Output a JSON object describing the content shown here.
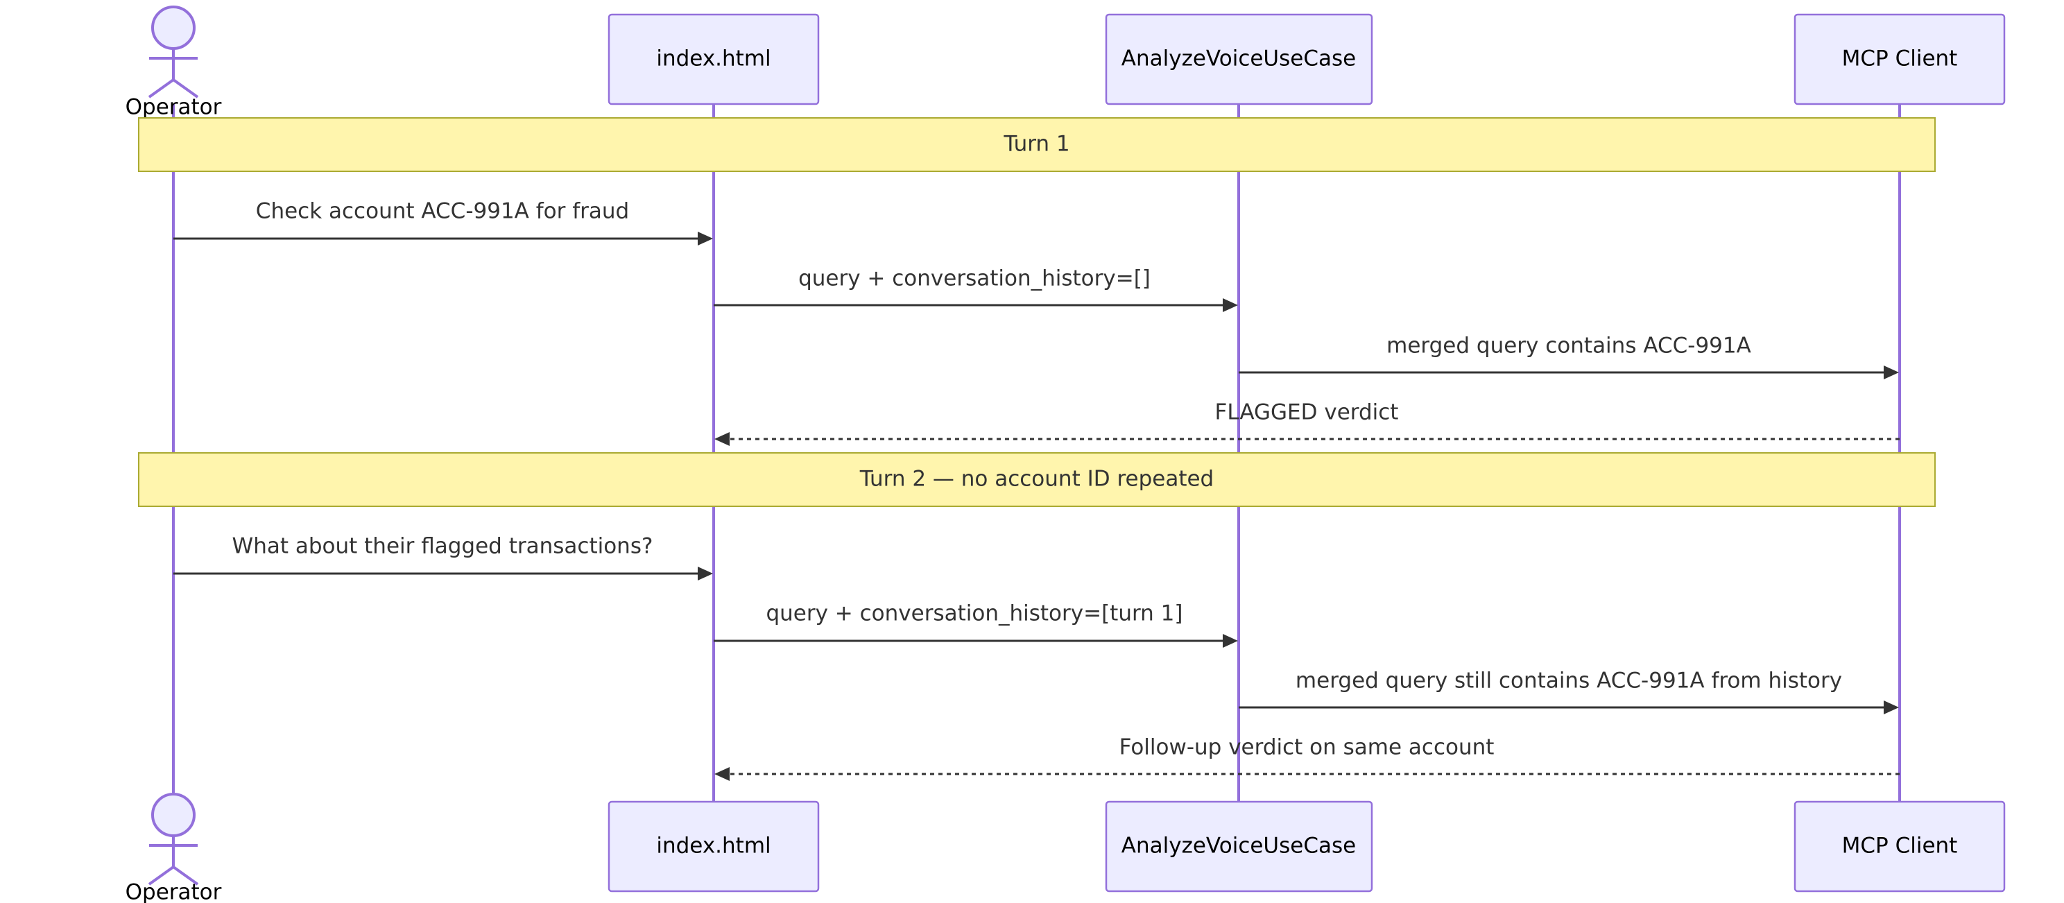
{
  "participants": [
    {
      "id": "operator",
      "label": "Operator",
      "kind": "actor"
    },
    {
      "id": "index",
      "label": "index.html",
      "kind": "participant"
    },
    {
      "id": "usecase",
      "label": "AnalyzeVoiceUseCase",
      "kind": "participant"
    },
    {
      "id": "mcp",
      "label": "MCP Client",
      "kind": "participant"
    }
  ],
  "notes": [
    {
      "text": "Turn 1"
    },
    {
      "text": "Turn 2 — no account ID repeated"
    }
  ],
  "messages": [
    {
      "from": "operator",
      "to": "index",
      "text": "Check account ACC-991A for fraud",
      "style": "solid"
    },
    {
      "from": "index",
      "to": "usecase",
      "text": "query + conversation_history=[]",
      "style": "solid"
    },
    {
      "from": "usecase",
      "to": "mcp",
      "text": "merged query contains ACC-991A",
      "style": "solid"
    },
    {
      "from": "mcp",
      "to": "index",
      "text": "FLAGGED verdict",
      "style": "dashed"
    },
    {
      "from": "operator",
      "to": "index",
      "text": "What about their flagged transactions?",
      "style": "solid"
    },
    {
      "from": "index",
      "to": "usecase",
      "text": "query + conversation_history=[turn 1]",
      "style": "solid"
    },
    {
      "from": "usecase",
      "to": "mcp",
      "text": "merged query still contains ACC-991A from history",
      "style": "solid"
    },
    {
      "from": "mcp",
      "to": "index",
      "text": "Follow-up verdict on same account",
      "style": "dashed"
    }
  ],
  "colors": {
    "participant_fill": "#ECECFF",
    "participant_stroke": "#9370DB",
    "note_fill": "#FFF5AD",
    "note_stroke": "#AAAA33",
    "message_line": "#333333"
  }
}
